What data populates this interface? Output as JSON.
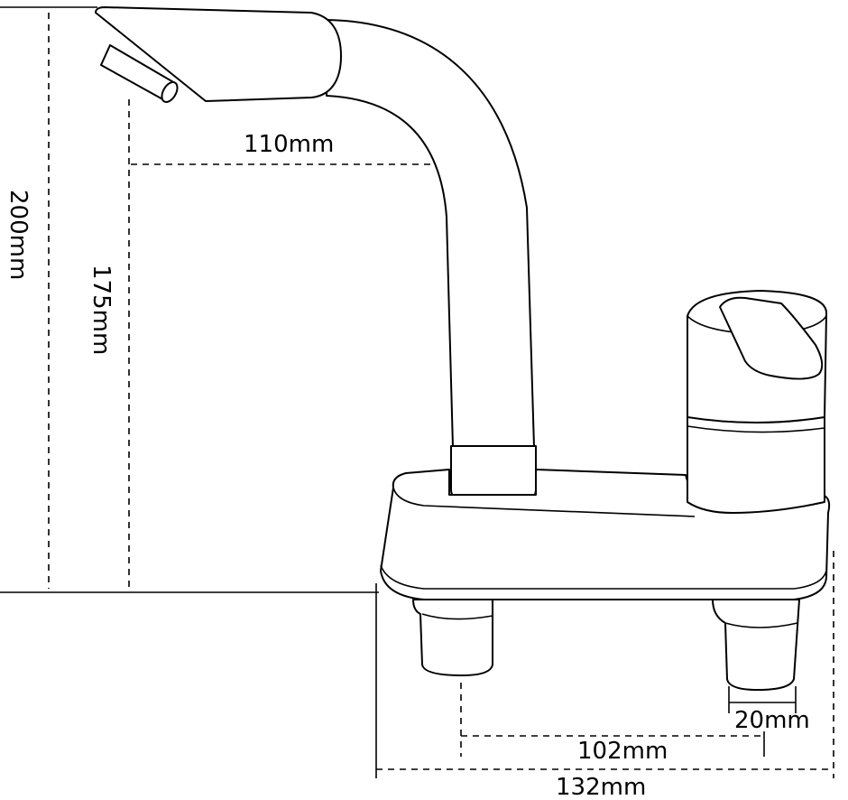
{
  "dimensions": {
    "total_height": "200mm",
    "spout_height": "175mm",
    "spout_reach": "110mm",
    "shank_diameter": "20mm",
    "shank_spacing": "102mm",
    "base_width": "132mm"
  }
}
